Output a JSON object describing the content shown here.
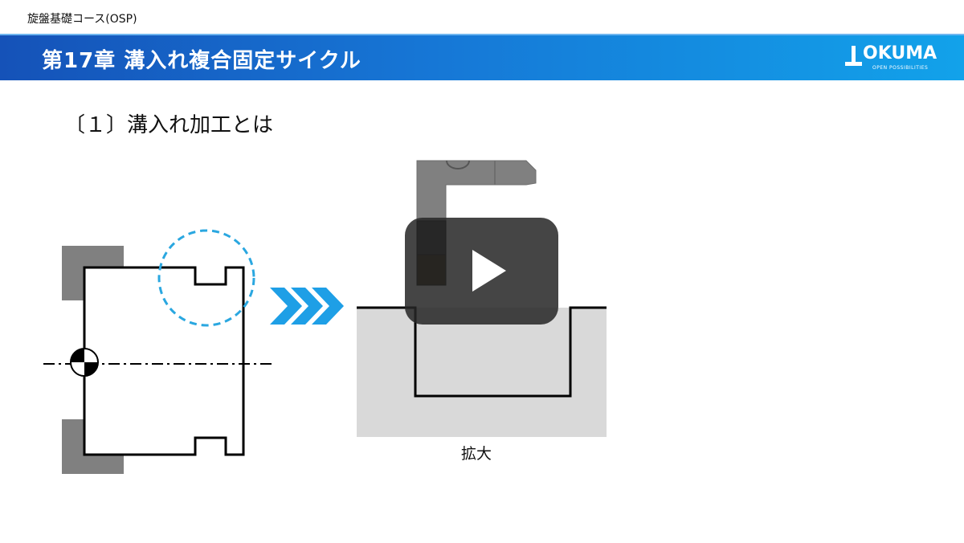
{
  "header": {
    "course_title": "旋盤基礎コース(OSP)",
    "chapter_title": "第17章 溝入れ複合固定サイクル"
  },
  "brand": {
    "logo_text": "OKUMA",
    "tagline": "OPEN POSSIBILITIES",
    "banner_colors": [
      "#1552b8",
      "#12a2ea"
    ]
  },
  "content": {
    "section_heading": "〔１〕溝入れ加工とは",
    "zoom_caption": "拡大"
  },
  "video": {
    "play_icon": "play-icon"
  },
  "colors": {
    "chuck_jaw": "#808080",
    "workpiece_section": "#d9d9d9",
    "focus_circle": "#2aa7e0",
    "arrow": "#1e9fe6",
    "insert": "#2e2200"
  }
}
